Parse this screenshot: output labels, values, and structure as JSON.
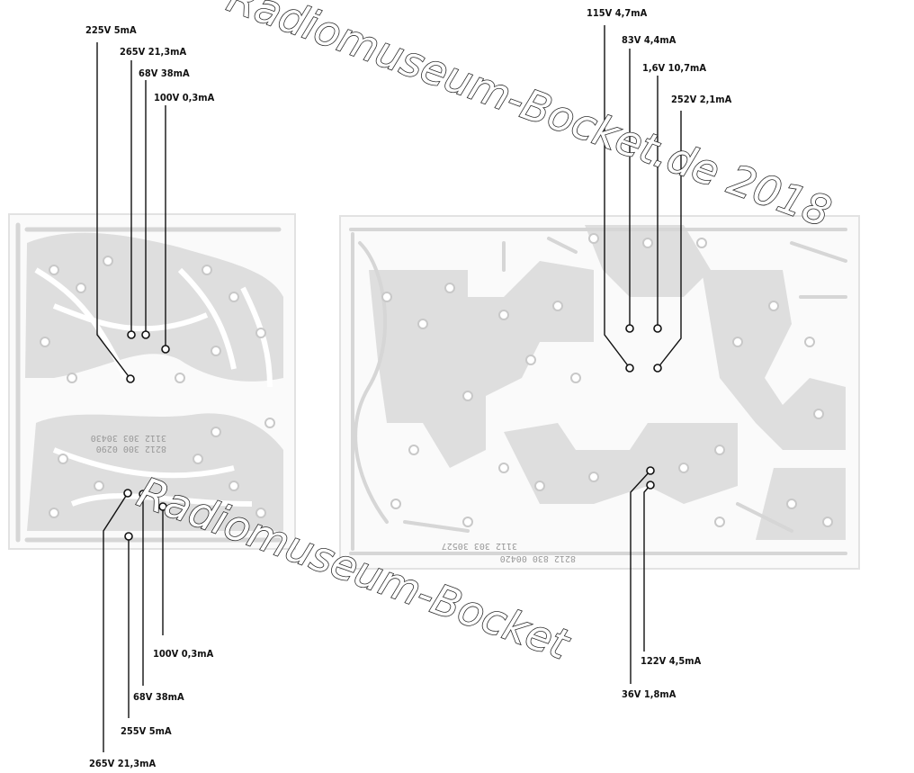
{
  "labels": {
    "left_top": [
      "225V 5mA",
      "265V 21,3mA",
      "68V 38mA",
      "100V 0,3mA"
    ],
    "left_bottom": [
      "100V 0,3mA",
      "68V 38mA",
      "255V 5mA",
      "265V 21,3mA"
    ],
    "right_top": [
      "115V 4,7mA",
      "83V 4,4mA",
      "1,6V 10,7mA",
      "252V 2,1mA"
    ],
    "right_bottom": [
      "122V 4,5mA",
      "36V 1,8mA"
    ]
  },
  "board_codes": {
    "left_1": "8212 300 0290",
    "left_2": "3112 303 30430",
    "right_1": "8212 830 00420",
    "right_2": "3112 303 30527"
  },
  "watermark": {
    "top": "Radiomuseum-Bocket.de 2018",
    "bottom": "Radiomuseum-Bocket"
  },
  "colors": {
    "ink": "#111111",
    "copper": "#dedede",
    "trace": "#d6d6d6",
    "paper": "#ffffff"
  }
}
